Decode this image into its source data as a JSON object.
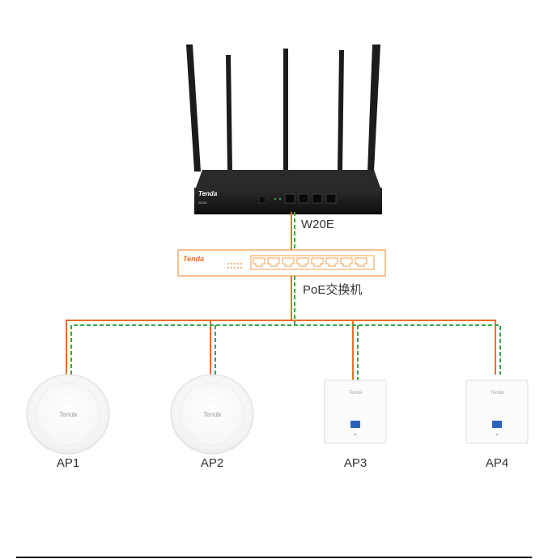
{
  "router": {
    "label": "W20E",
    "brand": "Tenda",
    "model_text": "W20E"
  },
  "switch": {
    "label": "PoE交换机",
    "brand": "Tenda"
  },
  "access_points": [
    {
      "label": "AP1",
      "brand": "Tenda",
      "kind": "ceiling"
    },
    {
      "label": "AP2",
      "brand": "Tenda",
      "kind": "ceiling"
    },
    {
      "label": "AP3",
      "brand": "Tenda",
      "kind": "wall-plate"
    },
    {
      "label": "AP4",
      "brand": "Tenda",
      "kind": "wall-plate"
    }
  ],
  "colors": {
    "power_line": "#e8702a",
    "data_line": "#3aa24a",
    "switch_outline": "#f0a050",
    "router_body": "#1a1a1a",
    "port_blue": "#2a63b8",
    "label_text": "#333333"
  }
}
